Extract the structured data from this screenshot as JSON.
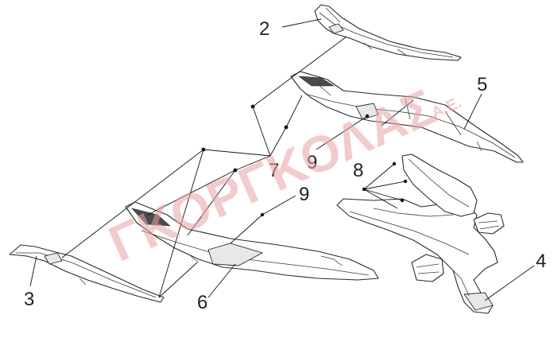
{
  "callouts": {
    "c2": "2",
    "c3": "3",
    "c4": "4",
    "c5": "5",
    "c6": "6",
    "c7": "7",
    "c8": "8",
    "c9a": "9",
    "c9b": "9"
  },
  "watermark": {
    "main": "ΓΚΟΡΓΚΟΛΑΣ",
    "suffix": "Α.Ε."
  },
  "colors": {
    "line": "#2a2a2a",
    "watermark": "#e8a3a3"
  }
}
